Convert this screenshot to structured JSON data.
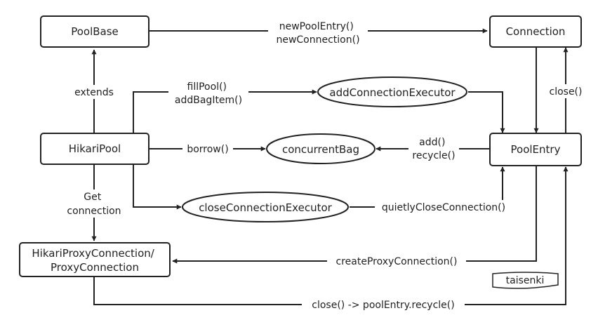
{
  "nodes": {
    "pool_base": "PoolBase",
    "connection": "Connection",
    "add_connection_executor": "addConnectionExecutor",
    "hikari_pool": "HikariPool",
    "concurrent_bag": "concurrentBag",
    "pool_entry": "PoolEntry",
    "close_connection_executor": "closeConnectionExecutor",
    "proxy_connection": [
      "HikariProxyConnection/",
      "ProxyConnection"
    ]
  },
  "edges": {
    "new_pool_entry": [
      "newPoolEntry()",
      "newConnection()"
    ],
    "extends": "extends",
    "fill_pool": [
      "fillPool()",
      "addBagItem()"
    ],
    "close": "close()",
    "borrow": "borrow()",
    "add_recycle": [
      "add()",
      "recycle()"
    ],
    "get_connection": [
      "Get",
      "connection"
    ],
    "quietly_close": "quietlyCloseConnection()",
    "create_proxy": "createProxyConnection()",
    "close_recycle": "close() -> poolEntry.recycle()"
  },
  "watermark": "taisenki",
  "colors": {
    "stroke": "#222222",
    "background": "#ffffff"
  }
}
